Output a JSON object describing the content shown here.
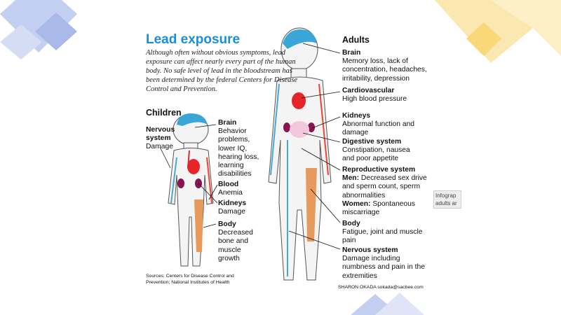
{
  "title": "Lead exposure",
  "intro": "Although often without obvious symptoms, lead exposure can affect nearly every part of the human body. No safe level of lead in the bloodstream has been determined by the federal Centers for Disease Control and Prevention.",
  "children": {
    "heading": "Children",
    "nervous": {
      "title": "Nervous system",
      "desc": "Damage"
    },
    "brain": {
      "title": "Brain",
      "desc": "Behavior problems, lower IQ, hearing loss, learning disabilities"
    },
    "blood": {
      "title": "Blood",
      "desc": "Anemia"
    },
    "kidneys": {
      "title": "Kidneys",
      "desc": "Damage"
    },
    "body": {
      "title": "Body",
      "desc": "Decreased bone and muscle growth"
    }
  },
  "adults": {
    "heading": "Adults",
    "brain": {
      "title": "Brain",
      "desc": "Memory loss, lack of concentration, headaches, irritability, depression"
    },
    "cardio": {
      "title": "Cardiovascular",
      "desc": "High blood pressure"
    },
    "kidneys": {
      "title": "Kidneys",
      "desc": "Abnormal function and damage"
    },
    "digestive": {
      "title": "Digestive system",
      "desc": "Constipation, nausea and poor appetite"
    },
    "reproductive": {
      "title": "Reproductive system",
      "men_label": "Men:",
      "men": "Decreased sex drive and sperm count, sperm abnormalities",
      "women_label": "Women:",
      "women": "Spontaneous miscarriage"
    },
    "body": {
      "title": "Body",
      "desc": "Fatigue, joint and muscle pain"
    },
    "nervous": {
      "title": "Nervous system",
      "desc": "Damage including numbness and pain in the extremities"
    }
  },
  "sources": "Sources: Centers for Disease Control and Prevention; National Institutes of Health",
  "credit": "SHARON OKADA sokada@sacbee.com",
  "tooltip": {
    "line1": "Infograp",
    "line2": "adults ar"
  }
}
